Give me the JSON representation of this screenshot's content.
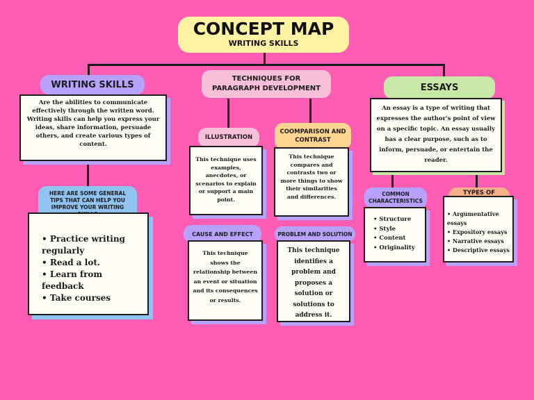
{
  "title": {
    "main": "CONCEPT MAP",
    "subtitle": "WRITING SKILLS"
  },
  "writing_skills": {
    "label": "WRITING SKILLS",
    "text": "Are the abilities to communicate effectively through the written word. Writing skills can help you express your ideas, share information, persuade others, and create various types of content."
  },
  "tips": {
    "label": "HERE ARE SOME GENERAL TIPS THAT CAN HELP YOU IMPROVE YOUR WRITING SKILLS",
    "items": [
      "Practice writing regularly",
      "Read a lot.",
      "Learn from feedback",
      "Take courses"
    ]
  },
  "techniques": {
    "label": "TECHNIQUES FOR PARAGRAPH DEVELOPMENT",
    "illustration": {
      "label": "ILLUSTRATION",
      "text": "This technique uses examples, anecdotes, or scenarios to explain or support a main point."
    },
    "comparison": {
      "label": "COOMPARISON AND CONTRAST",
      "text": "This technique compares and contrasts two or more things to show their similarities and differences."
    },
    "cause_effect": {
      "label": "CAUSE AND EFFECT",
      "text": "This technique shows the relationship between an event or situation and its consequences or results."
    },
    "problem_solution": {
      "label": "PROBLEM AND SOLUTION",
      "text": "This technique identifies a problem and proposes a solution or solutions to address it."
    }
  },
  "essays": {
    "label": "ESSAYS",
    "text": "An essay is a type of writing that expresses the author's point of view on a specific topic. An essay usually has a clear purpose, such as to inform, persuade, or entertain the reader.",
    "characteristics": {
      "label": "COMMON CHARACTERISTICS",
      "items": [
        "Structure",
        "Style",
        "Content",
        "Originality"
      ]
    },
    "types": {
      "label": "TYPES OF ESSAY",
      "items": [
        "Argumentative essays",
        "Expository essays",
        "Narrative essays",
        "Descriptive essays"
      ]
    }
  },
  "colors": {
    "background": "#ff5cb4",
    "title_yellow": "#fff3a3",
    "lavender": "#b7a3ff",
    "light_pink": "#f7bfd8",
    "peach": "#ffd58f",
    "green": "#c8e8a8",
    "sky_blue": "#8fc4f2",
    "salmon": "#f7b08a"
  }
}
